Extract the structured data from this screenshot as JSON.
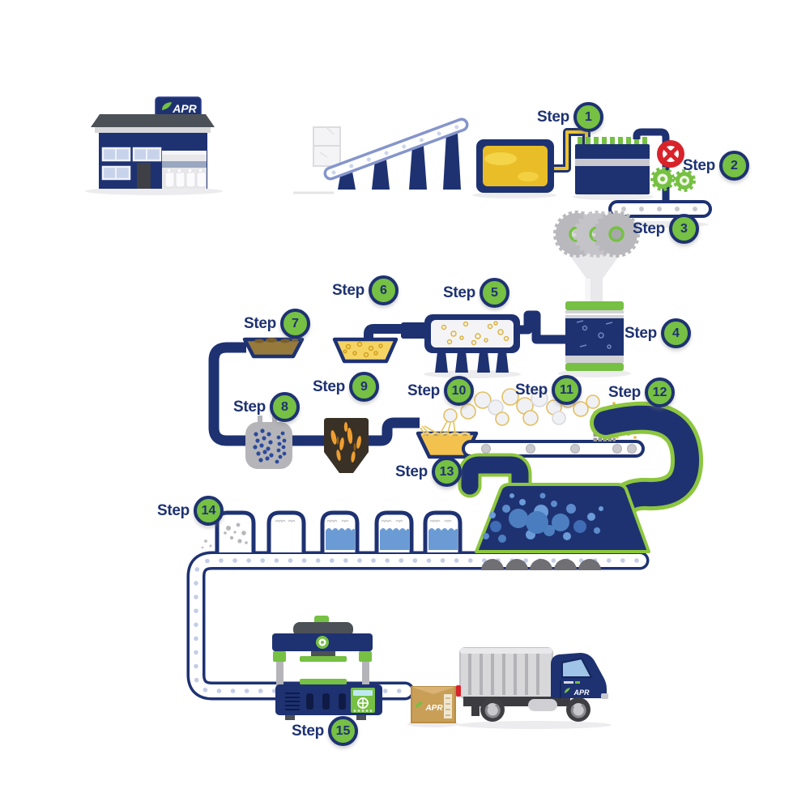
{
  "brand": {
    "logo": "APR"
  },
  "colors": {
    "navy": "#1e3272",
    "green": "#76c043",
    "green_outline": "#8dc63f",
    "yellow": "#eec32a",
    "red": "#d8232a",
    "liquid_blue": "#6b9bd4",
    "brown": "#8f7434",
    "cardboard": "#c99e56"
  },
  "steps": [
    {
      "label": "Step",
      "number": "1"
    },
    {
      "label": "Step",
      "number": "2"
    },
    {
      "label": "Step",
      "number": "3"
    },
    {
      "label": "Step",
      "number": "4"
    },
    {
      "label": "Step",
      "number": "5"
    },
    {
      "label": "Step",
      "number": "6"
    },
    {
      "label": "Step",
      "number": "7"
    },
    {
      "label": "Step",
      "number": "8"
    },
    {
      "label": "Step",
      "number": "9"
    },
    {
      "label": "Step",
      "number": "10"
    },
    {
      "label": "Step",
      "number": "11"
    },
    {
      "label": "Step",
      "number": "12"
    },
    {
      "label": "Step",
      "number": "13"
    },
    {
      "label": "Step",
      "number": "14"
    },
    {
      "label": "Step",
      "number": "15"
    }
  ]
}
